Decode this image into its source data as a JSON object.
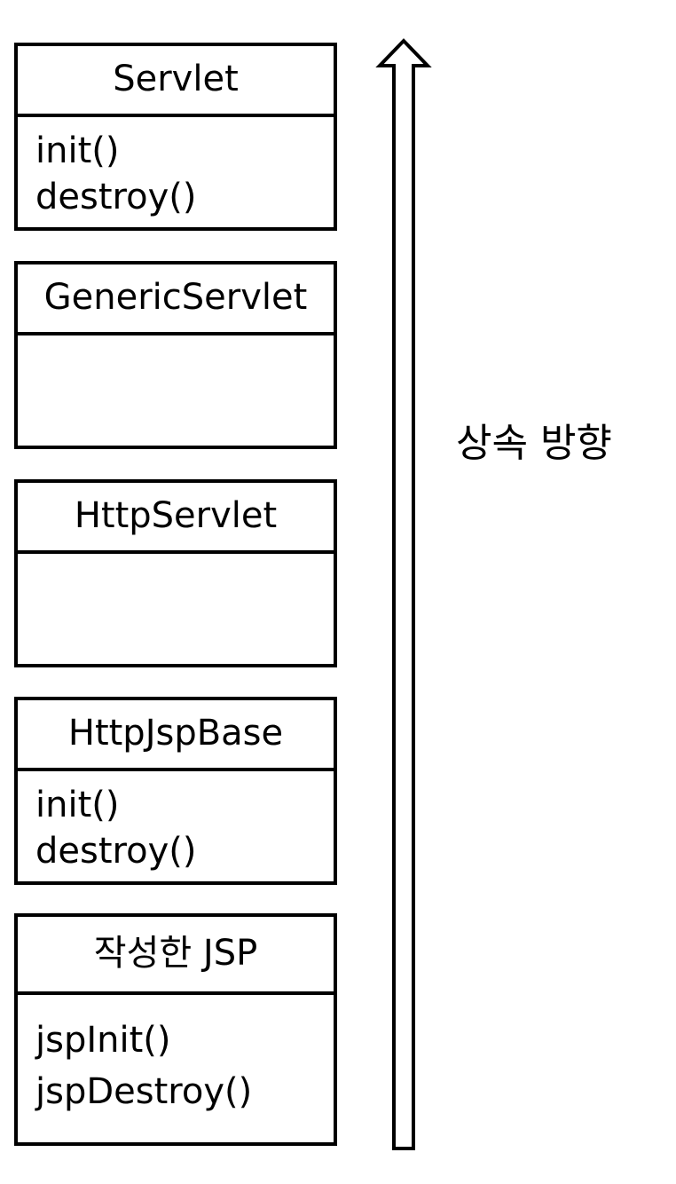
{
  "classes": [
    {
      "name": "Servlet",
      "methods": [
        "init()",
        "destroy()"
      ]
    },
    {
      "name": "GenericServlet",
      "methods": []
    },
    {
      "name": "HttpServlet",
      "methods": []
    },
    {
      "name": "HttpJspBase",
      "methods": [
        "init()",
        "destroy()"
      ]
    },
    {
      "name": "작성한 JSP",
      "methods": [
        "jspInit()",
        "jspDestroy()"
      ]
    }
  ],
  "arrow": {
    "label": "상속 방향",
    "direction": "up",
    "icon": "arrow-up-icon"
  },
  "colors": {
    "stroke": "#000000",
    "background": "#ffffff"
  }
}
